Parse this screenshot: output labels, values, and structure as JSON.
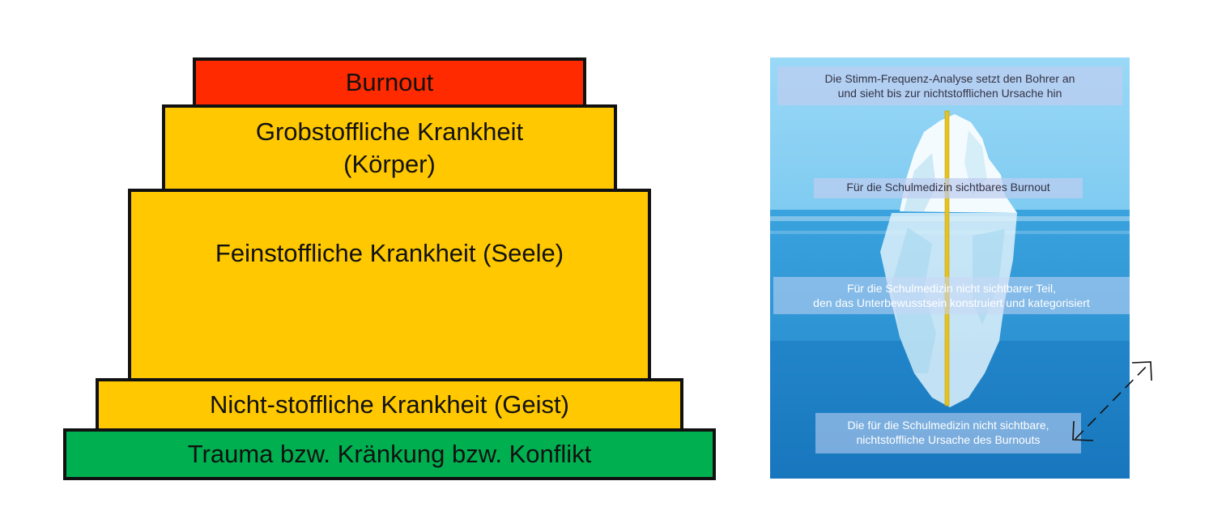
{
  "pyramid": {
    "tiers": [
      {
        "label": "Burnout",
        "color": "#ff2a00"
      },
      {
        "label": "Grobstoffliche Krankheit\n(Körper)",
        "color": "#ffc800"
      },
      {
        "label": "Feinstoffliche Krankheit (Seele)",
        "color": "#ffc800"
      },
      {
        "label": "Nicht-stoffliche Krankheit (Geist)",
        "color": "#ffc800"
      },
      {
        "label": "Trauma bzw. Kränkung bzw. Konflikt",
        "color": "#00b050"
      }
    ]
  },
  "iceberg": {
    "top_label": "Die Stimm-Frequenz-Analyse setzt den Bohrer an\nund sieht bis zur nichtstofflichen Ursache hin",
    "visible_label": "Für die Schulmedizin sichtbares Burnout",
    "hidden_label": "Für die Schulmedizin nicht sichtbarer Teil,\nden das Unterbewusstsein konstruiert und kategorisiert",
    "cause_label": "Die für die Schulmedizin nicht sichtbare,\nnichtstoffliche Ursache des Burnouts",
    "colors": {
      "sky": "#8fd3f5",
      "water": "#2a8fd0",
      "deep_water": "#1578be",
      "drill": "#e8c21a"
    }
  }
}
